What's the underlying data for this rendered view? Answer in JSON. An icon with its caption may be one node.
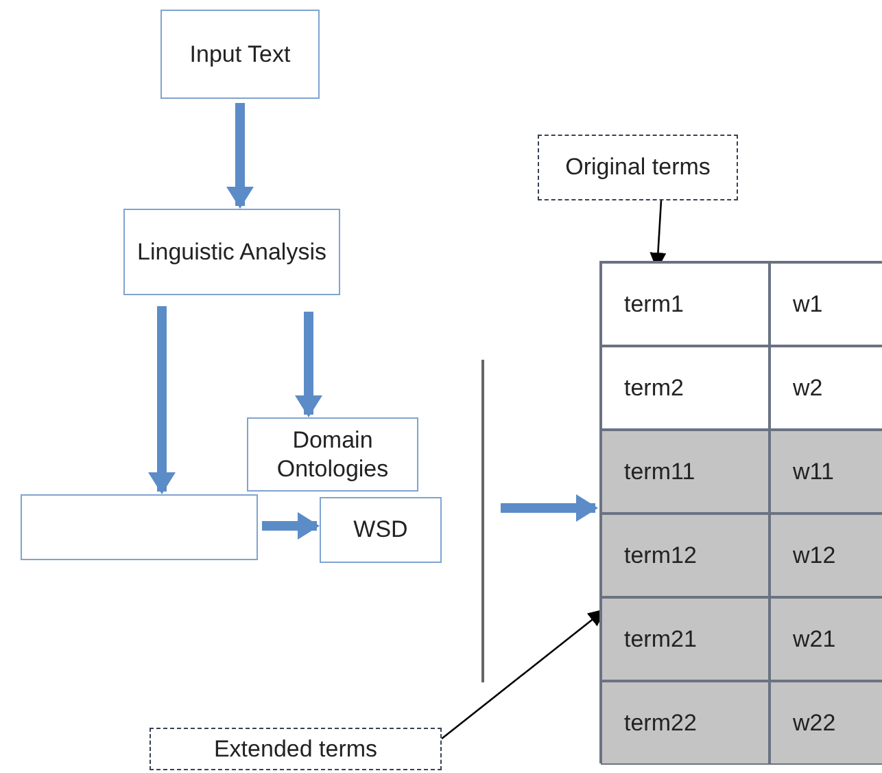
{
  "diagram": {
    "nodes": [
      {
        "text": [
          "Input Text"
        ]
      },
      {
        "text": [
          "Linguistic Analysis"
        ]
      },
      {
        "text": [],
        "shape": "box"
      },
      {
        "text": [
          "Domain Ontologies"
        ]
      },
      {
        "text": [
          "WSD"
        ]
      },
      {
        "text": [
          "Original terms"
        ]
      },
      {
        "text": [],
        "shape": "box"
      },
      {
        "text": [
          "term1"
        ],
        "in": 6
      },
      {
        "text": [
          "w1"
        ],
        "in": 6
      },
      {
        "text": [
          "term2"
        ],
        "in": 6
      },
      {
        "text": [
          "w2"
        ],
        "in": 6
      },
      {
        "text": [
          "term11"
        ],
        "in": 6
      },
      {
        "text": [
          "w11"
        ],
        "in": 6
      },
      {
        "text": [
          "term12"
        ],
        "in": 6
      },
      {
        "text": [
          "w12"
        ],
        "in": 6
      },
      {
        "text": [
          "term21"
        ],
        "in": 6
      },
      {
        "text": [
          "w21"
        ],
        "in": 6
      },
      {
        "text": [
          "term22"
        ],
        "in": 6
      },
      {
        "text": [
          "w22"
        ],
        "in": 6
      },
      {
        "text": [
          "Extended terms"
        ]
      }
    ],
    "edges": [
      {
        "from": 0,
        "to": 1,
        "arrow": "to"
      },
      {
        "from": 1,
        "to": 2,
        "arrow": "to"
      },
      {
        "from": 1,
        "to": 3,
        "arrow": "to"
      },
      {
        "from": 2,
        "to": 4,
        "arrow": "to"
      },
      {
        "from": null,
        "to": 6,
        "arrow": "to"
      },
      {
        "from": 5,
        "to": 7,
        "arrow": "to",
        "color": "#000000"
      },
      {
        "from": 19,
        "to": 15,
        "arrow": "to",
        "color": "#000000"
      }
    ]
  }
}
